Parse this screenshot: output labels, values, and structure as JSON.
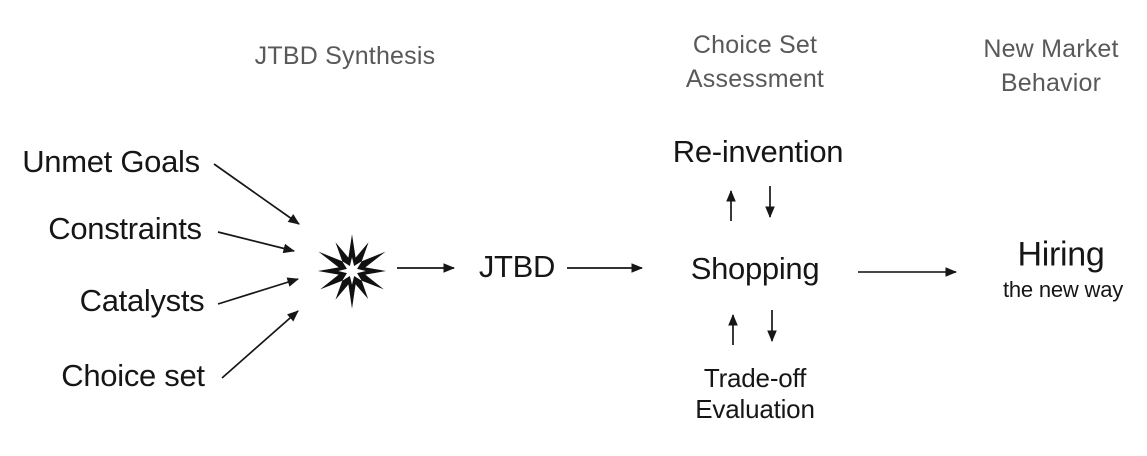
{
  "colors": {
    "text_black": "#161616",
    "header_gray": "#595959",
    "background": "#ffffff",
    "starburst_fill": "#111111"
  },
  "stages": {
    "synthesis": {
      "title": "JTBD Synthesis"
    },
    "choice_set_assessment": {
      "title_line1": "Choice Set",
      "title_line2": "Assessment"
    },
    "new_market_behavior": {
      "title_line1": "New Market",
      "title_line2": "Behavior"
    }
  },
  "inputs": [
    {
      "label": "Unmet Goals"
    },
    {
      "label": "Constraints"
    },
    {
      "label": "Catalysts"
    },
    {
      "label": "Choice set"
    }
  ],
  "flow": {
    "job": {
      "label": "JTBD"
    },
    "shopping": {
      "label": "Shopping"
    },
    "reinvention": {
      "label": "Re-invention"
    },
    "tradeoff": {
      "line1": "Trade-off",
      "line2": "Evaluation"
    },
    "hiring": {
      "label": "Hiring",
      "sublabel": "the new way"
    }
  },
  "icons": {
    "starburst": "✹",
    "arrow_right": "→",
    "arrow_up": "↑",
    "arrow_down": "↓"
  }
}
